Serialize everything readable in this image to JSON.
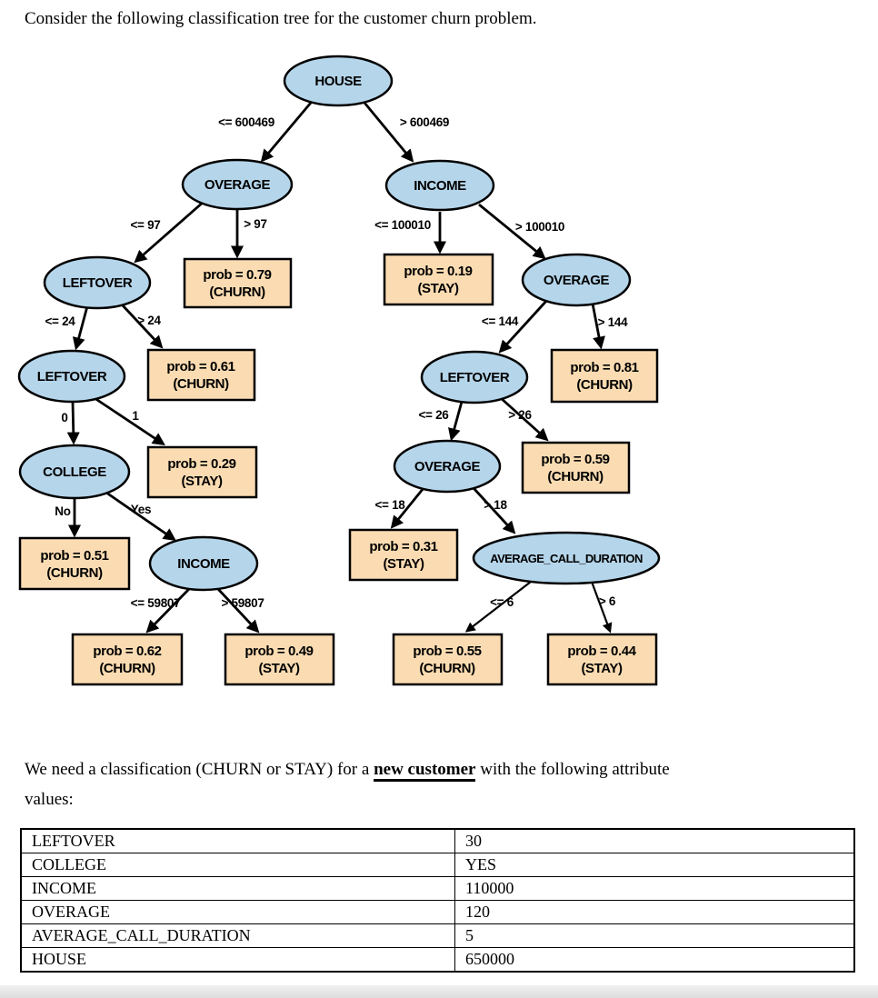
{
  "page": {
    "title": "Consider the following classification tree for the customer churn problem.",
    "question": {
      "prefix": "We need a classification (CHURN or STAY) for a ",
      "emphasis": "new customer",
      "suffix": " with the following attribute",
      "line2": "values:"
    }
  },
  "tree": {
    "colors": {
      "node_fill": "#b5d5ea",
      "leaf_fill": "#fbdcb2",
      "line": "#000000"
    },
    "nodes": {
      "house": "HOUSE",
      "overage_left": "OVERAGE",
      "income_right": "INCOME",
      "leftover_1": "LEFTOVER",
      "leftover_2": "LEFTOVER",
      "college": "COLLEGE",
      "income_left": "INCOME",
      "overage_right": "OVERAGE",
      "leftover_right": "LEFTOVER",
      "overage_bottom": "OVERAGE",
      "avg_call_duration": "AVERAGE_CALL_DURATION"
    },
    "edges": {
      "house_left": "<= 600469",
      "house_right": "> 600469",
      "overage_left_le": "<= 97",
      "overage_left_gt": "> 97",
      "leftover1_le": "<= 24",
      "leftover1_gt": "> 24",
      "leftover2_zero": "0",
      "leftover2_one": "1",
      "college_no": "No",
      "college_yes": "Yes",
      "income_left_le": "<= 59807",
      "income_left_gt": "> 59807",
      "income_right_le": "<= 100010",
      "income_right_gt": "> 100010",
      "overage_right_le": "<= 144",
      "overage_right_gt": "> 144",
      "leftover_right_le": "<= 26",
      "leftover_right_gt": "> 26",
      "overage_bottom_le": "<= 18",
      "overage_bottom_gt": "> 18",
      "acd_le": "<= 6",
      "acd_gt": "> 6"
    },
    "leaves": {
      "p079": {
        "prob": "prob = 0.79",
        "cls": "(CHURN)"
      },
      "p061": {
        "prob": "prob = 0.61",
        "cls": "(CHURN)"
      },
      "p029": {
        "prob": "prob = 0.29",
        "cls": "(STAY)"
      },
      "p051": {
        "prob": "prob = 0.51",
        "cls": "(CHURN)"
      },
      "p062": {
        "prob": "prob = 0.62",
        "cls": "(CHURN)"
      },
      "p049": {
        "prob": "prob = 0.49",
        "cls": "(STAY)"
      },
      "p019": {
        "prob": "prob = 0.19",
        "cls": "(STAY)"
      },
      "p081": {
        "prob": "prob = 0.81",
        "cls": "(CHURN)"
      },
      "p059": {
        "prob": "prob = 0.59",
        "cls": "(CHURN)"
      },
      "p031": {
        "prob": "prob = 0.31",
        "cls": "(STAY)"
      },
      "p055": {
        "prob": "prob = 0.55",
        "cls": "(CHURN)"
      },
      "p044": {
        "prob": "prob = 0.44",
        "cls": "(STAY)"
      }
    }
  },
  "attributes_table": {
    "rows": [
      {
        "name": "LEFTOVER",
        "value": "30"
      },
      {
        "name": "COLLEGE",
        "value": "YES"
      },
      {
        "name": "INCOME",
        "value": "110000"
      },
      {
        "name": "OVERAGE",
        "value": "120"
      },
      {
        "name": "AVERAGE_CALL_DURATION",
        "value": "5"
      },
      {
        "name": "HOUSE",
        "value": "650000"
      }
    ]
  }
}
